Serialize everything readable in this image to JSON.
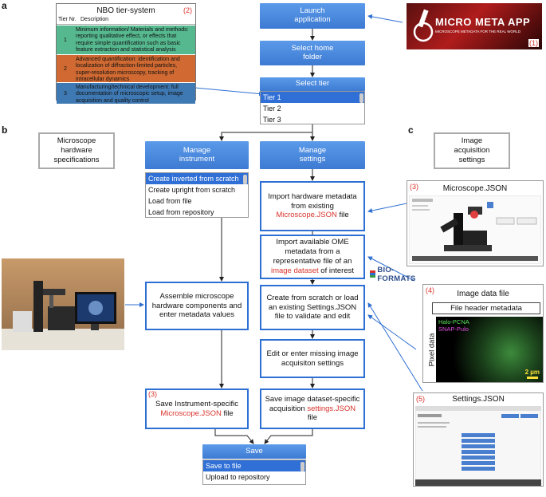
{
  "panels": {
    "a": "a",
    "b": "b",
    "c": "c"
  },
  "tier_table": {
    "title": "NBO tier-system",
    "ref": "(2)",
    "col_tier": "Tier Nr.",
    "col_desc": "Description",
    "rows": [
      {
        "num": "1",
        "desc": "Minimum information/ Materials and methods: reporting qualitative effect, or effects that require simple quantification such as basic feature extraction and statistical analysis",
        "color": "#56b88f"
      },
      {
        "num": "2",
        "desc": "Advanced quantification: identification and localization of diffraction-limited particles, super-resolution microscopy, tracking of intracellular dynamics",
        "color": "#d06a32"
      },
      {
        "num": "3",
        "desc": "Manufacturing/technical development: full documentation of microscopic setup, image acquisition and quality control",
        "color": "#3f79b3"
      }
    ]
  },
  "logo": {
    "text": "MICRO META APP",
    "tagline": "MICROSCOPE METADATA FOR THE REAL WORLD",
    "ref": "(1)"
  },
  "buttons": {
    "launch": "Launch application",
    "home": "Select home folder",
    "tier": "Select tier",
    "instrument": "Manage instrument",
    "settings": "Manage settings",
    "save": "Save"
  },
  "tier_list": [
    "Tier 1",
    "Tier 2",
    "Tier 3"
  ],
  "instrument_list": [
    "Create inverted from scratch",
    "Create upright from scratch",
    "Load from file",
    "Load from repository"
  ],
  "save_list": [
    "Save to file",
    "Upload to repository"
  ],
  "side_labels": {
    "hardware": "Microscope hardware specifications",
    "acquisition": "Image acquisition settings"
  },
  "steps": {
    "import_hw_a": "Import hardware metadata from existing",
    "import_hw_red": "Microscope.JSON",
    "import_hw_b": "file",
    "import_ome_a": "Import available OME metadata from a representative file of an",
    "import_ome_red": "image dataset",
    "import_ome_b": "of interest",
    "create_settings": "Create from scratch or load an existing Settings.JSON file to validate and edit",
    "edit_settings": "Edit or enter missing image acquisiton settings",
    "assemble": "Assemble microscope hardware components and enter metadata values",
    "save_instr_ref": "(3)",
    "save_instr_a": "Save Instrument-specific",
    "save_instr_red": "Microscope.JSON",
    "save_instr_b": "file",
    "save_img_a": "Save image dataset-specific acquisition",
    "save_img_red": "settings.JSON",
    "save_img_b": "file"
  },
  "bioformats": "BIO-FORMATS",
  "microscope_json": {
    "title": "Microscope.JSON",
    "ref": "(3)"
  },
  "image_data": {
    "ref": "(4)",
    "title": "Image data file",
    "header": "File header metadata",
    "pixel": "Pixel data",
    "label1": "Halo-PCNA",
    "label2": "SNAP-Pulo",
    "scale": "2 µm"
  },
  "settings_json": {
    "title": "Settings.JSON",
    "ref": "(5)"
  }
}
